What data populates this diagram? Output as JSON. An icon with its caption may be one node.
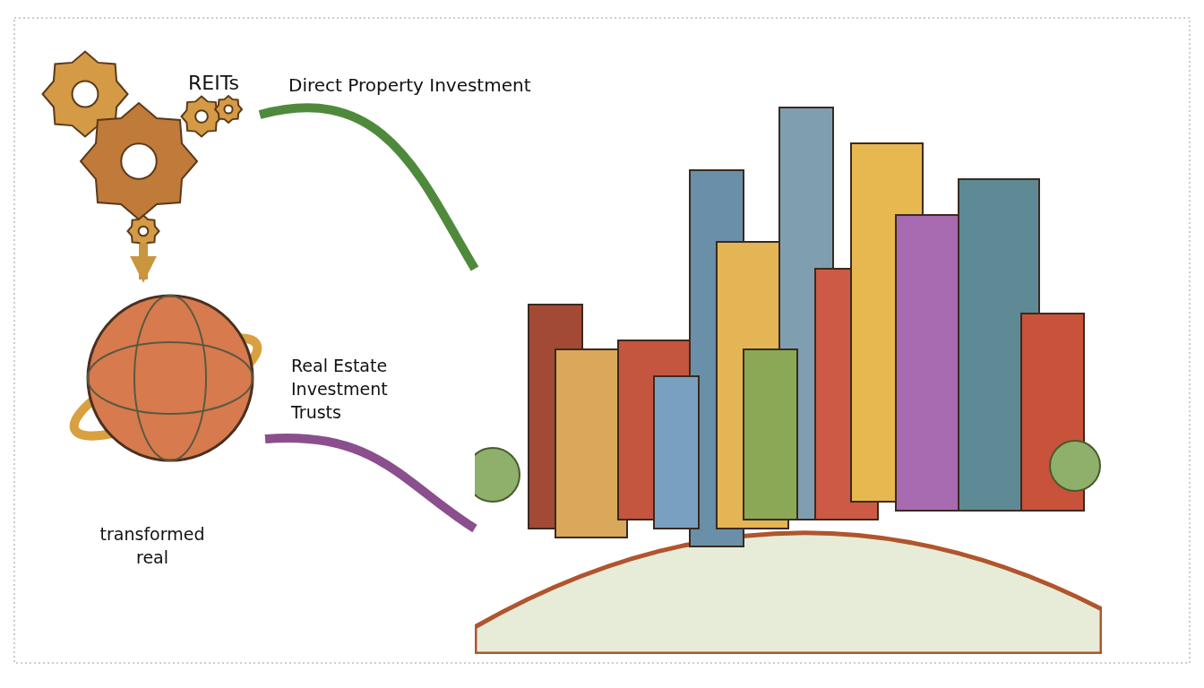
{
  "diagram": {
    "nodes": [
      {
        "text": [],
        "shape": "picture"
      },
      {
        "text": [],
        "shape": "picture"
      },
      {
        "text": [],
        "shape": "picture"
      }
    ],
    "edges": [
      {
        "from": 0,
        "to": 1,
        "arrow": "to"
      },
      {
        "from": 0,
        "to": 2,
        "arrow": "none",
        "color": "#4f8a3c"
      },
      {
        "from": 1,
        "to": 2,
        "arrow": "none",
        "color": "#8a4f8c"
      }
    ],
    "labels": [
      "REITs",
      "Direct Property Investment",
      "Real Estate Investment Trusts",
      "transformed real"
    ]
  }
}
